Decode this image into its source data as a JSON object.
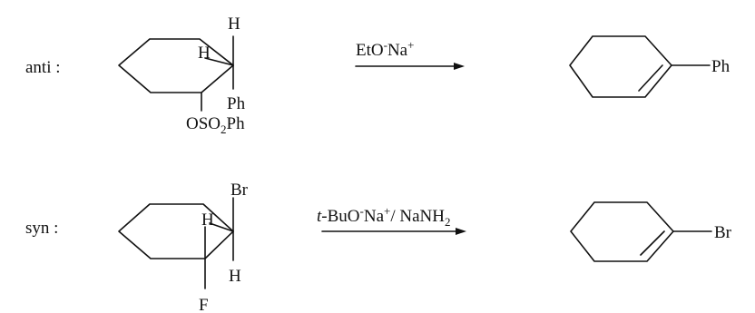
{
  "reactions": [
    {
      "label": "anti :",
      "reactant_atoms": {
        "h_top": "H",
        "h_inner": "H",
        "subst": "Ph",
        "leaving_prefix": "OSO",
        "leaving_sub": "2",
        "leaving_suffix": "Ph"
      },
      "reagent": {
        "a": "EtO",
        "b": "-",
        "c": "Na",
        "d": "+"
      },
      "product_subst": "Ph"
    },
    {
      "label": "syn :",
      "reactant_atoms": {
        "br": "Br",
        "h_inner": "H",
        "h_bottom": "H",
        "f": "F"
      },
      "reagent": {
        "t": "t",
        "a": "-BuO",
        "b": "-",
        "c": "Na",
        "d": "+",
        "e": "/ NaNH",
        "f": "2"
      },
      "product_subst": "Br"
    }
  ]
}
